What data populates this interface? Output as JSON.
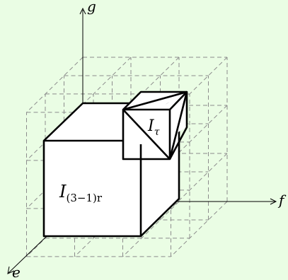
{
  "axes": {
    "f": "f",
    "g": "g",
    "e": "e"
  },
  "labels": {
    "big_cube": {
      "main": "I",
      "sub": "(3−1)r"
    },
    "small_simplex": {
      "main": "I",
      "sub": "τ"
    }
  },
  "colors": {
    "background": "#eafde4",
    "grid": "#8c8c8c",
    "solid": "#000000",
    "face": "#ffffff"
  }
}
